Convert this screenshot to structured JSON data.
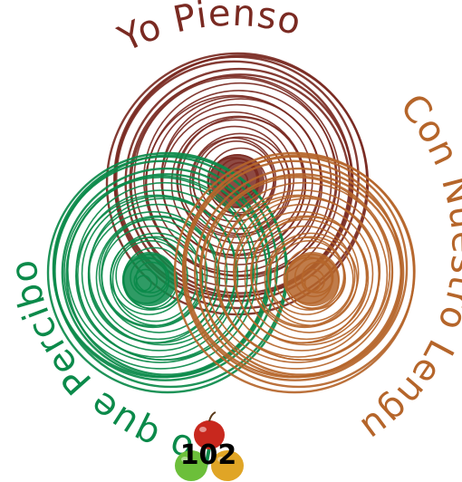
{
  "diagram": {
    "circles": [
      {
        "id": "think",
        "color": "#7a2a22"
      },
      {
        "id": "perceive",
        "color": "#0b8a4a"
      },
      {
        "id": "language",
        "color": "#b5652a"
      }
    ],
    "labels": {
      "top": {
        "text": "Yo Pienso",
        "color": "#7a2a22"
      },
      "right": {
        "text": "Con Nuestro Lenguaje",
        "color": "#b5652a"
      },
      "left": {
        "text": "Lo que Percibo",
        "color": "#0b8a4a"
      }
    },
    "badge": {
      "number": "102",
      "apple_colors": [
        "#c8281e",
        "#6cbf3a",
        "#e0a526"
      ]
    }
  }
}
